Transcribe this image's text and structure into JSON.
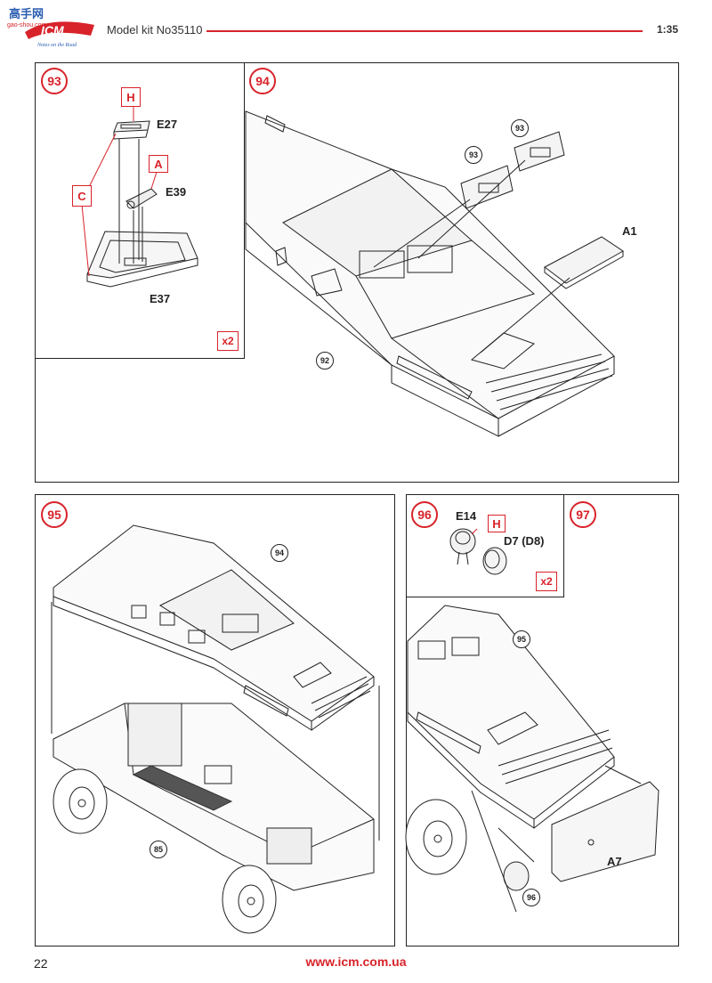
{
  "header": {
    "logo_text": "ICM",
    "logo_tagline": "Notes on the Road",
    "watermark_site": "gao-shou.com",
    "watermark_cn": "高手网",
    "title": "Model kit No35110",
    "scale": "1:35"
  },
  "footer": {
    "page_number": "22",
    "url": "www.icm.com.ua"
  },
  "steps": {
    "s93": {
      "number": "93",
      "multiplier": "x2",
      "parts": {
        "e27": "E27",
        "e39": "E39",
        "e37": "E37"
      },
      "paint": {
        "h": "H",
        "a": "A",
        "c": "C"
      }
    },
    "s94": {
      "number": "94",
      "refs": {
        "r93a": "93",
        "r93b": "93",
        "r92": "92"
      },
      "parts": {
        "a1": "A1"
      }
    },
    "s95": {
      "number": "95",
      "refs": {
        "r94": "94",
        "r85": "85"
      }
    },
    "s96": {
      "number": "96",
      "multiplier": "x2",
      "parts": {
        "e14": "E14",
        "d7": "D7 (D8)"
      },
      "paint": {
        "h": "H"
      }
    },
    "s97": {
      "number": "97",
      "refs": {
        "r95": "95",
        "r96": "96"
      },
      "parts": {
        "a7": "A7"
      }
    }
  },
  "colors": {
    "accent": "#d8232a",
    "line": "#222222",
    "panel_fill": "#ffffff"
  }
}
